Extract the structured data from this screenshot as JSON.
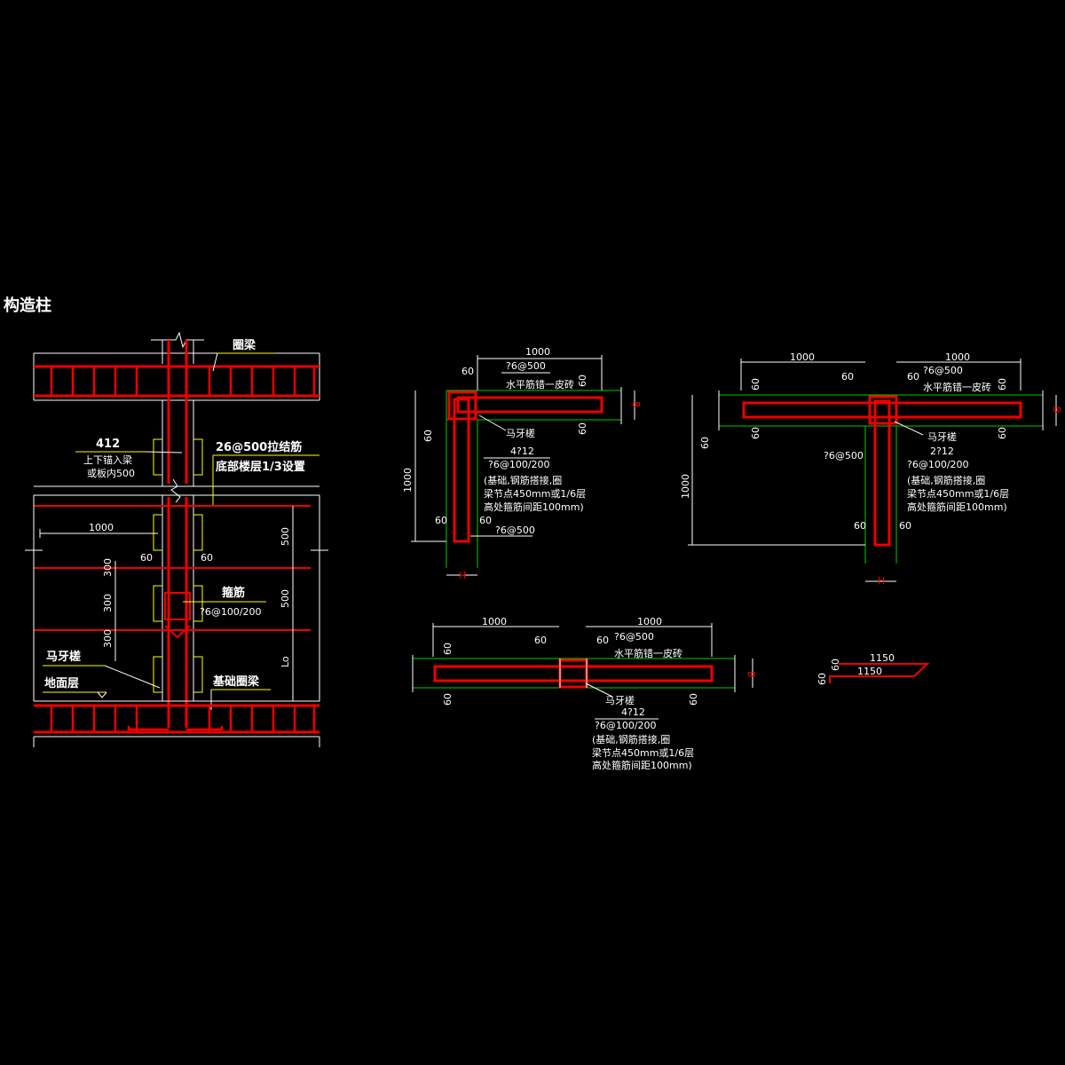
{
  "title": "构造柱",
  "elevation": {
    "ring_beam_label": "圈梁",
    "bars_4": "412",
    "embed_note_1": "上下锚入梁",
    "embed_note_2": "或板内500",
    "tie_bar": "26@500拉结筋",
    "tie_note": "底部楼层1/3设置",
    "dim_1000": "1000",
    "dim_60_left": "60",
    "dim_60_right": "60",
    "dim_300_a": "300",
    "dim_300_b": "300",
    "dim_300_c": "300",
    "dim_500_a": "500",
    "dim_500_b": "500",
    "dim_lo": "Lo",
    "stirrup_label": "箍筋",
    "stirrup_spec": "?6@100/200",
    "toothed": "马牙槎",
    "ground": "地面层",
    "found_beam": "基础圈梁"
  },
  "corner": {
    "dim_1000_top": "1000",
    "dim_60_top": "60",
    "tie": "?6@500",
    "horiz_note": "水平筋错一皮砖",
    "dim_60_a": "60",
    "dim_60_b": "60",
    "dim_b": "B",
    "toothed": "马牙槎",
    "bars": "4?12",
    "stirrup": "?6@100/200",
    "note_1": "(基础,钢筋搭接,圈",
    "note_2": "梁节点450mm或1/6层",
    "note_3": "高处箍筋间距100mm)",
    "dim_60_left": "60",
    "dim_1000_left": "1000",
    "dim_60_bottom": "60",
    "dim_60_c": "60",
    "tie_bottom": "?6@500",
    "dim_h": "H"
  },
  "tee": {
    "dim_1000_left": "1000",
    "dim_60_left": "60",
    "dim_1000_right": "1000",
    "dim_60_right": "60",
    "tie": "?6@500",
    "horiz_note": "水平筋错一皮砖",
    "dim_60_a": "60",
    "dim_60_b": "60",
    "dim_60_c": "60",
    "dim_60_d": "60",
    "dim_b": "B",
    "toothed": "马牙槎",
    "tie_left": "?6@500",
    "bars": "2?12",
    "stirrup": "?6@100/200",
    "note_1": "(基础,钢筋搭接,圈",
    "note_2": "梁节点450mm或1/6层",
    "note_3": "高处箍筋间距100mm)",
    "dim_60_side": "60",
    "dim_1000_side": "1000",
    "dim_60_e": "60",
    "dim_60_f": "60",
    "dim_h": "H"
  },
  "straight": {
    "dim_1000_left": "1000",
    "dim_60_left": "60",
    "dim_1000_right": "1000",
    "dim_60_right": "60",
    "tie": "?6@500",
    "horiz_note": "水平筋错一皮砖",
    "dim_60_a": "60",
    "dim_60_b": "60",
    "dim_60_c": "60",
    "dim_b": "B",
    "toothed": "马牙槎",
    "bars": "4?12",
    "stirrup": "?6@100/200",
    "note_1": "(基础,钢筋搭接,圈",
    "note_2": "梁节点450mm或1/6层",
    "note_3": "高处箍筋间距100mm)"
  },
  "hook": {
    "dim_1150_a": "1150",
    "dim_1150_b": "1150",
    "dim_60_a": "60",
    "dim_60_b": "60"
  }
}
